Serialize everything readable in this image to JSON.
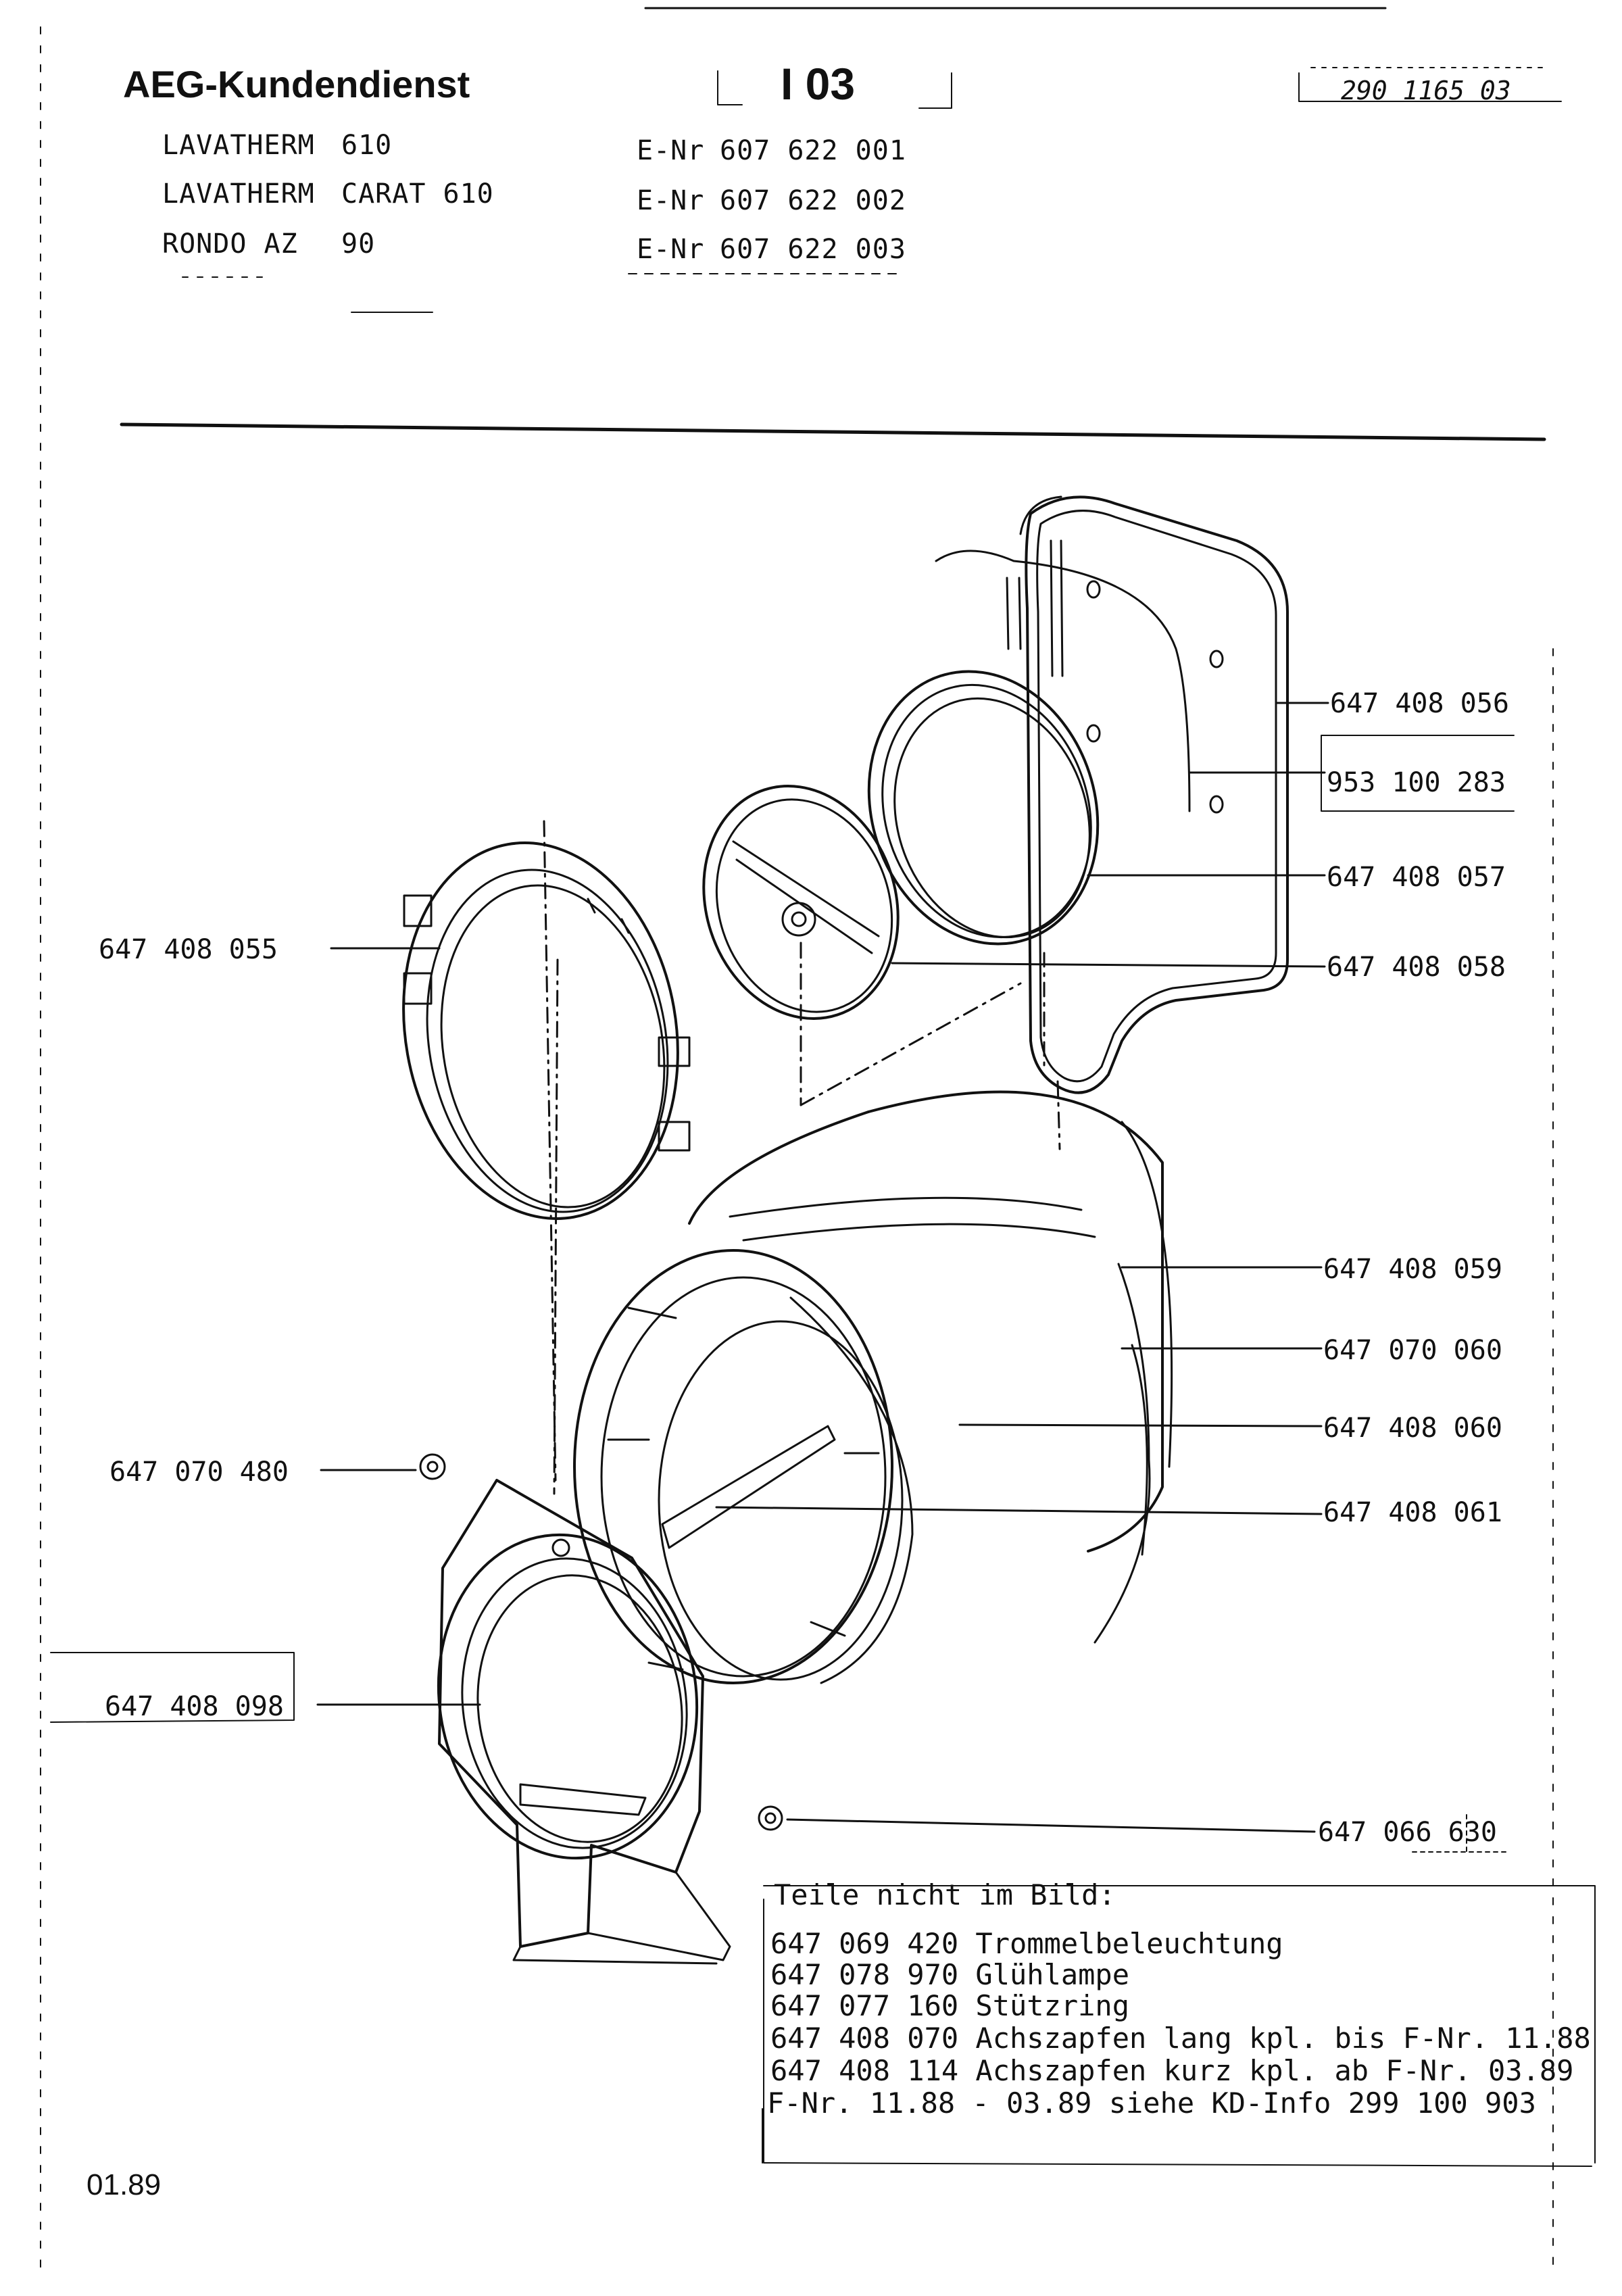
{
  "header": {
    "brand": "AEG-Kundendienst",
    "section": "I 03",
    "doc_number": "290 1165 03",
    "models": [
      {
        "name": "LAVATHERM",
        "variant": "610",
        "enr_label": "E-Nr",
        "enr": "607 622 001"
      },
      {
        "name": "LAVATHERM",
        "variant": "CARAT 610",
        "enr_label": "E-Nr",
        "enr": "607 622 002"
      },
      {
        "name": "RONDO AZ",
        "variant": "90",
        "enr_label": "E-Nr",
        "enr": "607 622 003"
      }
    ]
  },
  "parts": {
    "p056": "647 408 056",
    "p283": "953 100 283",
    "p057": "647 408 057",
    "p058": "647 408 058",
    "p055": "647 408 055",
    "p059": "647 408 059",
    "p060a": "647 070 060",
    "p060b": "647 408 060",
    "p061": "647 408 061",
    "p480": "647 070 480",
    "p098": "647 408 098",
    "p630": "647 066 630"
  },
  "notes": {
    "title": "Teile nicht im Bild:",
    "lines": [
      "647 069 420 Trommelbeleuchtung",
      "647 078 970 Glühlampe",
      "647 077 160 Stützring",
      "647 408 070 Achszapfen lang kpl. bis F-Nr. 11.88",
      "647 408 114 Achszapfen kurz kpl. ab  F-Nr. 03.89",
      "F-Nr. 11.88 - 03.89 siehe KD-Info 299 100 903"
    ]
  },
  "footer": {
    "date": "01.89"
  }
}
